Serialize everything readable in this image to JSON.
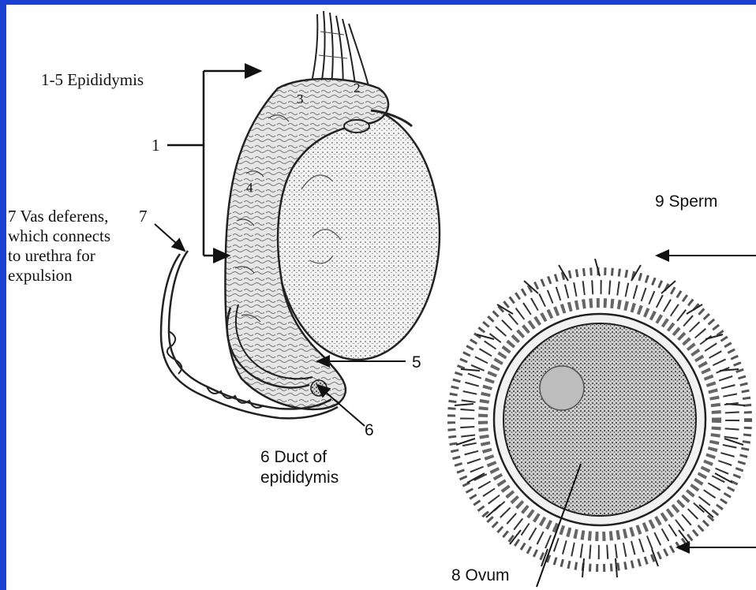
{
  "labels": {
    "epididymis_heading": "1-5 Epididymis",
    "num_1": "1",
    "num_2": "2",
    "num_3": "3",
    "num_4": "4",
    "num_5": "5",
    "num_6": "6",
    "num_7": "7",
    "vas_deferens": [
      "7 Vas deferens,",
      "which connects",
      "to urethra for",
      "expulsion"
    ],
    "duct": [
      "6 Duct of",
      "epididymis"
    ],
    "sperm": "9 Sperm",
    "ovum": "8 Ovum"
  },
  "colors": {
    "frame": "#1a3fd1",
    "ink": "#111111"
  }
}
